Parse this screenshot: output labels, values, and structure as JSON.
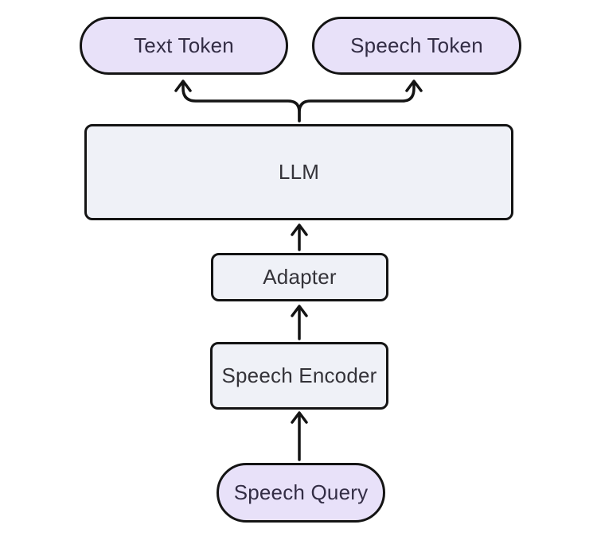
{
  "diagram": {
    "nodes": {
      "text_token": {
        "label": "Text Token",
        "shape": "pill"
      },
      "speech_token": {
        "label": "Speech Token",
        "shape": "pill"
      },
      "llm": {
        "label": "LLM",
        "shape": "box"
      },
      "adapter": {
        "label": "Adapter",
        "shape": "box"
      },
      "speech_encoder": {
        "label": "Speech Encoder",
        "shape": "box"
      },
      "speech_query": {
        "label": "Speech Query",
        "shape": "pill"
      }
    },
    "edges": [
      {
        "from": "Speech Query",
        "to": "Speech Encoder",
        "direction": "up"
      },
      {
        "from": "Speech Encoder",
        "to": "Adapter",
        "direction": "up"
      },
      {
        "from": "Adapter",
        "to": "LLM",
        "direction": "up"
      },
      {
        "from": "LLM",
        "to": "Text Token",
        "direction": "up"
      },
      {
        "from": "LLM",
        "to": "Speech Token",
        "direction": "up"
      }
    ],
    "colors": {
      "background": "#ffffff",
      "stroke": "#141414",
      "pill_fill": "#e8e1f9",
      "box_fill": "#eff1f7",
      "pill_text": "#332d45",
      "box_text": "#343339"
    }
  }
}
